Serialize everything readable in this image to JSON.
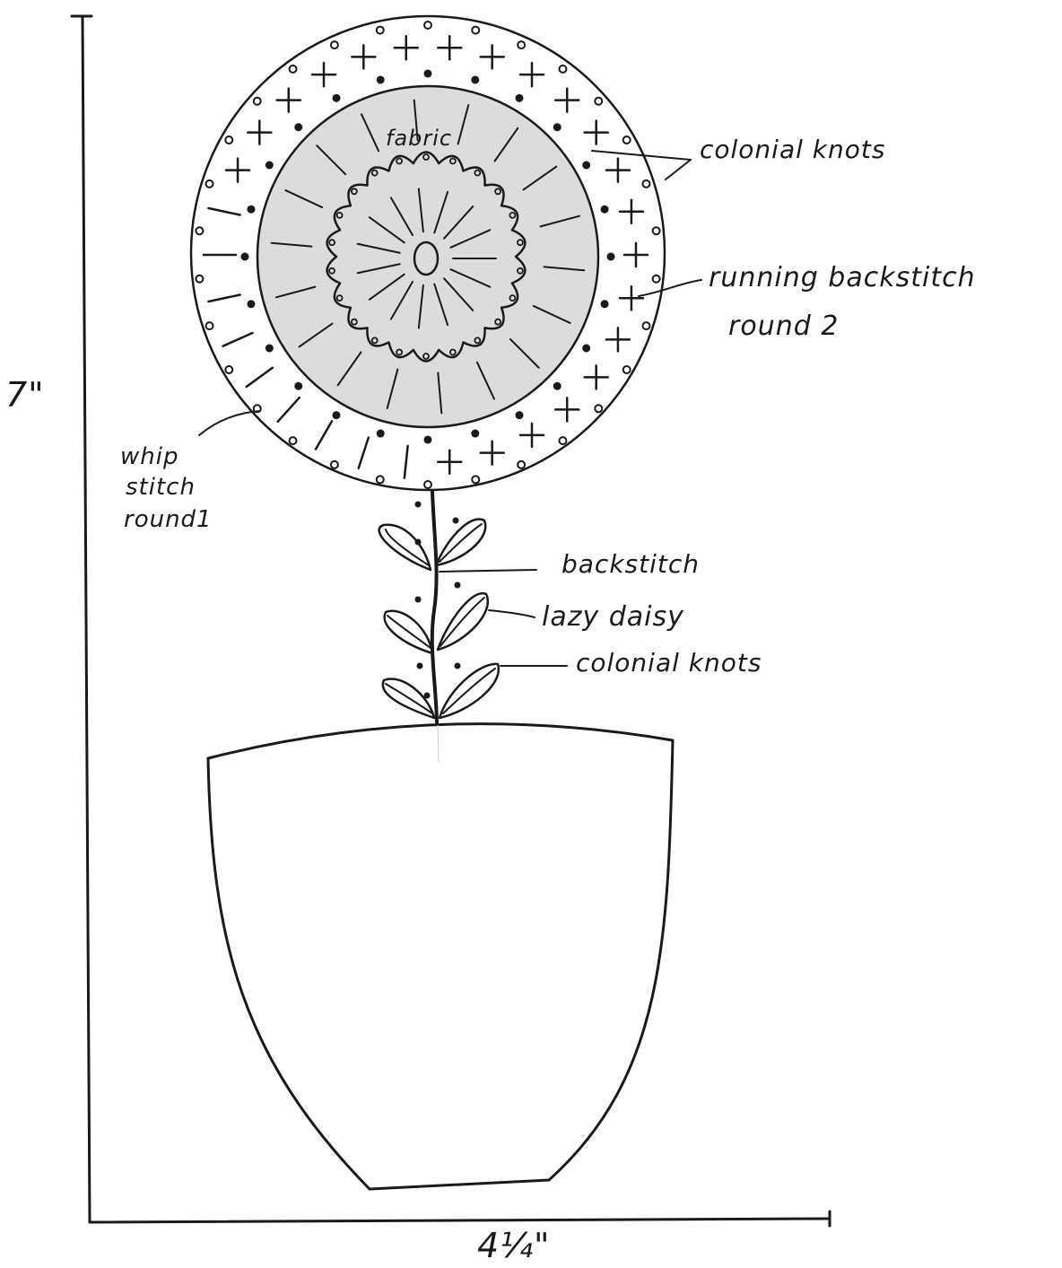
{
  "dimensions": {
    "height": "7\"",
    "width": "4¼\""
  },
  "labels": {
    "fabric": "fabric",
    "colonial_knots_top": "colonial knots",
    "running_backstitch_line1": "running backstitch",
    "running_backstitch_line2": "round 2",
    "whip_stitch_line1": "whip",
    "whip_stitch_line2": "stitch",
    "whip_stitch_line3": "round1",
    "backstitch": "backstitch",
    "lazy_daisy": "lazy daisy",
    "colonial_knots_stem": "colonial knots"
  },
  "colors": {
    "ink": "#1a1a1a",
    "fabric_shading": "#dcdcdc",
    "background": "#ffffff"
  }
}
